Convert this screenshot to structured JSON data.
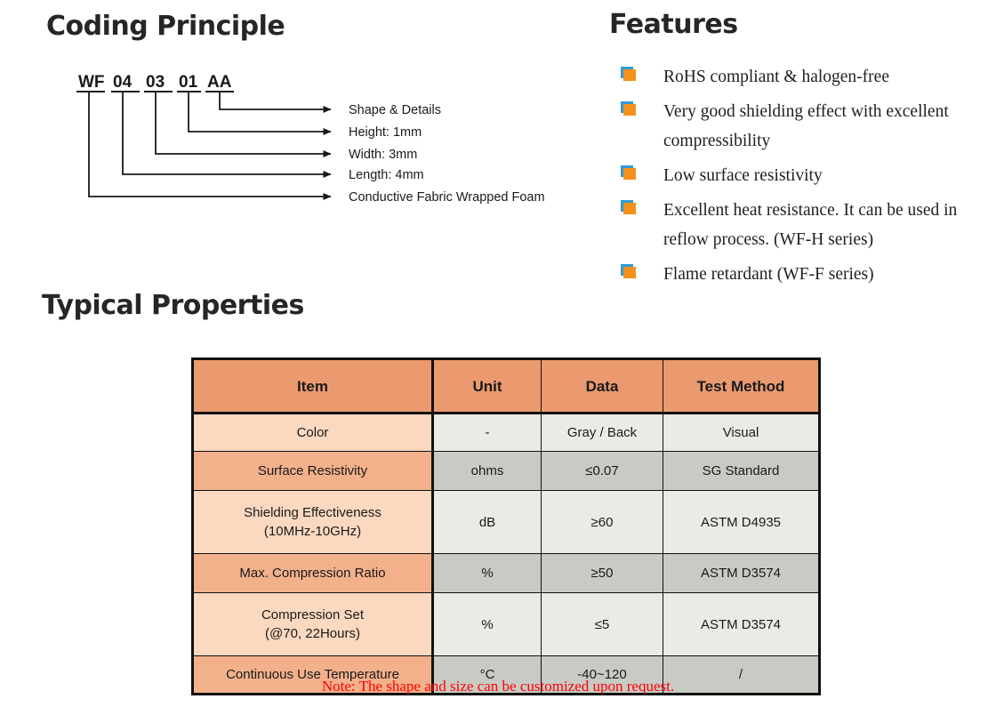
{
  "sections": {
    "coding_principle_title": "Coding Principle",
    "features_title": "Features",
    "typical_properties_title": "Typical Properties"
  },
  "coding_principle": {
    "code_segments": [
      "WF",
      "04",
      "03",
      "01",
      "AA"
    ],
    "labels": [
      "Shape & Details",
      "Height: 1mm",
      "Width: 3mm",
      "Length: 4mm",
      "Conductive Fabric Wrapped Foam"
    ]
  },
  "features": {
    "bullet_front_color": "#F3911D",
    "bullet_back_color": "#2E9BD6",
    "items": [
      "RoHS compliant & halogen-free",
      "Very good shielding effect with excellent compressibility",
      "Low surface resistivity",
      "Excellent heat resistance. It can be used in reflow process. (WF-H series)",
      "Flame retardant (WF-F series)"
    ]
  },
  "table": {
    "header_color": "#EB9A70",
    "columns": [
      "Item",
      "Unit",
      "Data",
      "Test Method"
    ],
    "rows": [
      {
        "item": "Color",
        "unit": "-",
        "data": "Gray / Back",
        "method": "Visual"
      },
      {
        "item": "Surface Resistivity",
        "unit": "ohms",
        "data": "≤0.07",
        "method": "SG Standard"
      },
      {
        "item": "Shielding Effectiveness\n(10MHz-10GHz)",
        "item_line1": "Shielding Effectiveness",
        "item_line2": "(10MHz-10GHz)",
        "unit": "dB",
        "data": "≥60",
        "method": "ASTM D4935"
      },
      {
        "item": "Max. Compression Ratio",
        "unit": "%",
        "data": "≥50",
        "method": "ASTM D3574"
      },
      {
        "item": "Compression Set\n(@70, 22Hours)",
        "item_line1": "Compression Set",
        "item_line2": "(@70, 22Hours)",
        "unit": "%",
        "data": "≤5",
        "method": "ASTM D3574"
      },
      {
        "item": "Continuous Use Temperature",
        "unit": "°C",
        "data": "-40~120",
        "method": "/"
      }
    ]
  },
  "note": {
    "text": "Note: The shape and size can be customized upon request.",
    "color": "#FF0000"
  }
}
